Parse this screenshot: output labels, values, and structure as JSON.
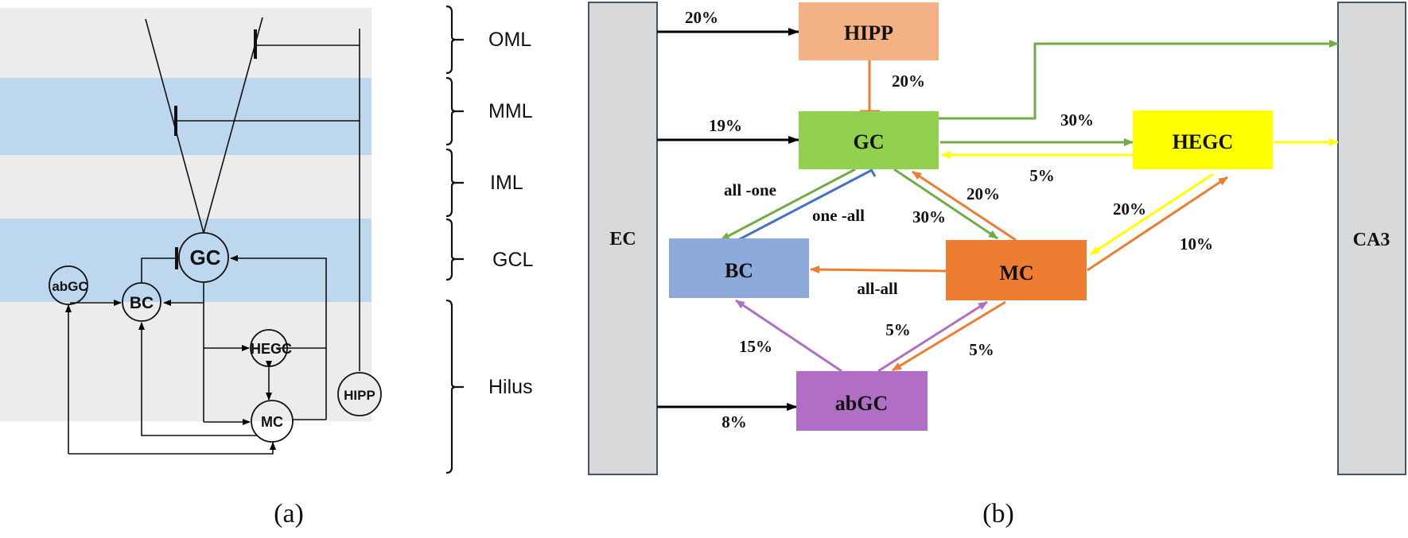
{
  "panel_a": {
    "caption": "(a)",
    "layers": [
      {
        "label": "OML",
        "color": "#ececec"
      },
      {
        "label": "MML",
        "color": "#bdd7ee"
      },
      {
        "label": "IML",
        "color": "#ececec"
      },
      {
        "label": "GCL",
        "color": "#bdd7ee"
      },
      {
        "label": "Hilus",
        "color": "#ececec"
      }
    ],
    "nodes": {
      "gc": "GC",
      "bc": "BC",
      "abgc": "abGC",
      "hegc": "HEGC",
      "mc": "MC",
      "hipp": "HIPP"
    }
  },
  "panel_b": {
    "caption": "(b)",
    "boxes": {
      "ec": {
        "label": "EC",
        "color": "#d9d9d9"
      },
      "ca3": {
        "label": "CA3",
        "color": "#d9d9d9"
      },
      "hipp": {
        "label": "HIPP",
        "color": "#f4b183"
      },
      "gc": {
        "label": "GC",
        "color": "#92d050"
      },
      "hegc": {
        "label": "HEGC",
        "color": "#ffff00"
      },
      "bc": {
        "label": "BC",
        "color": "#8eaadb"
      },
      "mc": {
        "label": "MC",
        "color": "#ed7d31"
      },
      "abgc": {
        "label": "abGC",
        "color": "#b06fc4"
      }
    },
    "edge_colors": {
      "black": "#000000",
      "green": "#70ad47",
      "yellow": "#ffff00",
      "orange": "#ed7d31",
      "blue": "#4472c4",
      "purple": "#b06fc4"
    },
    "edge_labels": {
      "ec_hipp": "20%",
      "hipp_gc": "20%",
      "ec_gc": "19%",
      "gc_hegc": "30%",
      "hegc_gc": "5%",
      "gc_bc": "all -one",
      "bc_gc": "one -all",
      "gc_mc": "30%",
      "mc_gc": "20%",
      "hegc_mc": "20%",
      "mc_hegc": "10%",
      "mc_bc": "all-all",
      "abgc_bc": "15%",
      "abgc_mc": "5%",
      "mc_abgc": "5%",
      "ec_abgc": "8%"
    }
  }
}
